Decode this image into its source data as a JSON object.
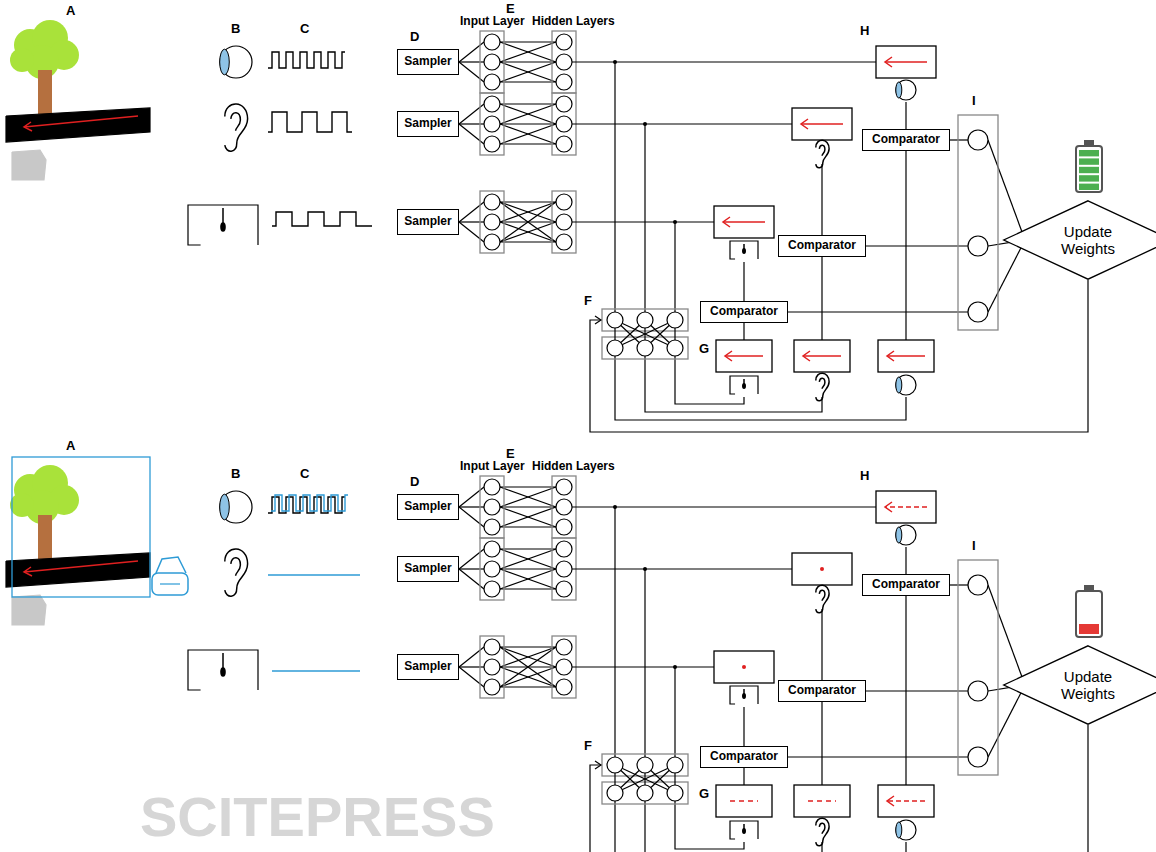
{
  "diagram": {
    "nodes": [
      {
        "text": [
          "Sampler"
        ]
      },
      {
        "text": [
          "Sampler"
        ]
      },
      {
        "text": [
          "Sampler"
        ]
      },
      {
        "text": [
          "Comparator"
        ]
      },
      {
        "text": [
          "Comparator"
        ]
      },
      {
        "text": [
          "Comparator"
        ]
      },
      {
        "text": [
          "Update Weights"
        ]
      },
      {
        "text": [
          "Sampler"
        ]
      },
      {
        "text": [
          "Sampler"
        ]
      },
      {
        "text": [
          "Sampler"
        ]
      },
      {
        "text": [
          "Comparator"
        ]
      },
      {
        "text": [
          "Comparator"
        ]
      },
      {
        "text": [
          "Comparator"
        ]
      },
      {
        "text": [
          "Update Weights"
        ]
      }
    ],
    "labels": [
      "A",
      "B",
      "C",
      "E",
      "Input Layer",
      "Hidden Layers",
      "D",
      "H",
      "I",
      "F",
      "G",
      "A",
      "B",
      "C",
      "E",
      "Input Layer",
      "Hidden Layers",
      "D",
      "H",
      "I",
      "F",
      "G",
      "SCITEPRESS"
    ]
  }
}
